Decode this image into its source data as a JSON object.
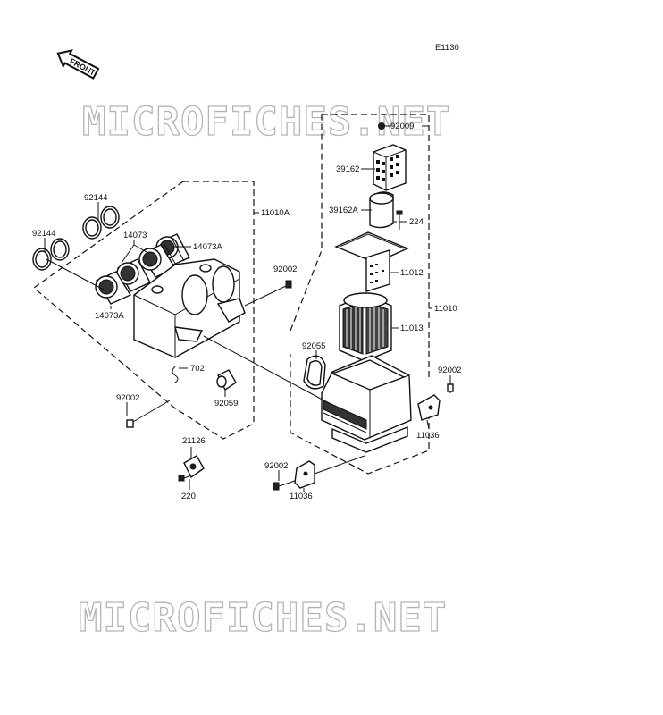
{
  "diagram_code": "E1130",
  "front_arrow_label": "FRONT",
  "watermark_text": "MICROFICHES.NET",
  "part_labels": {
    "p92009": "92009",
    "p39162": "39162",
    "p39162A": "39162A",
    "p224": "224",
    "p11012": "11012",
    "p11013": "11013",
    "p11010": "11010",
    "p11010A": "11010A",
    "p92144_upper": "92144",
    "p92144_left": "92144",
    "p14073": "14073",
    "p14073A_right": "14073A",
    "p14073A_left": "14073A",
    "p92002_mid": "92002",
    "p92055": "92055",
    "p702": "702",
    "p92059": "92059",
    "p92002_lower_left": "92002",
    "p92002_right": "92002",
    "p11036_right": "11036",
    "p21126": "21126",
    "p220": "220",
    "p92002_bottom": "92002",
    "p11036_bottom": "11036"
  },
  "colors": {
    "ink": "#111111",
    "watermark_outline": "#b5b5b5",
    "background": "#ffffff"
  }
}
